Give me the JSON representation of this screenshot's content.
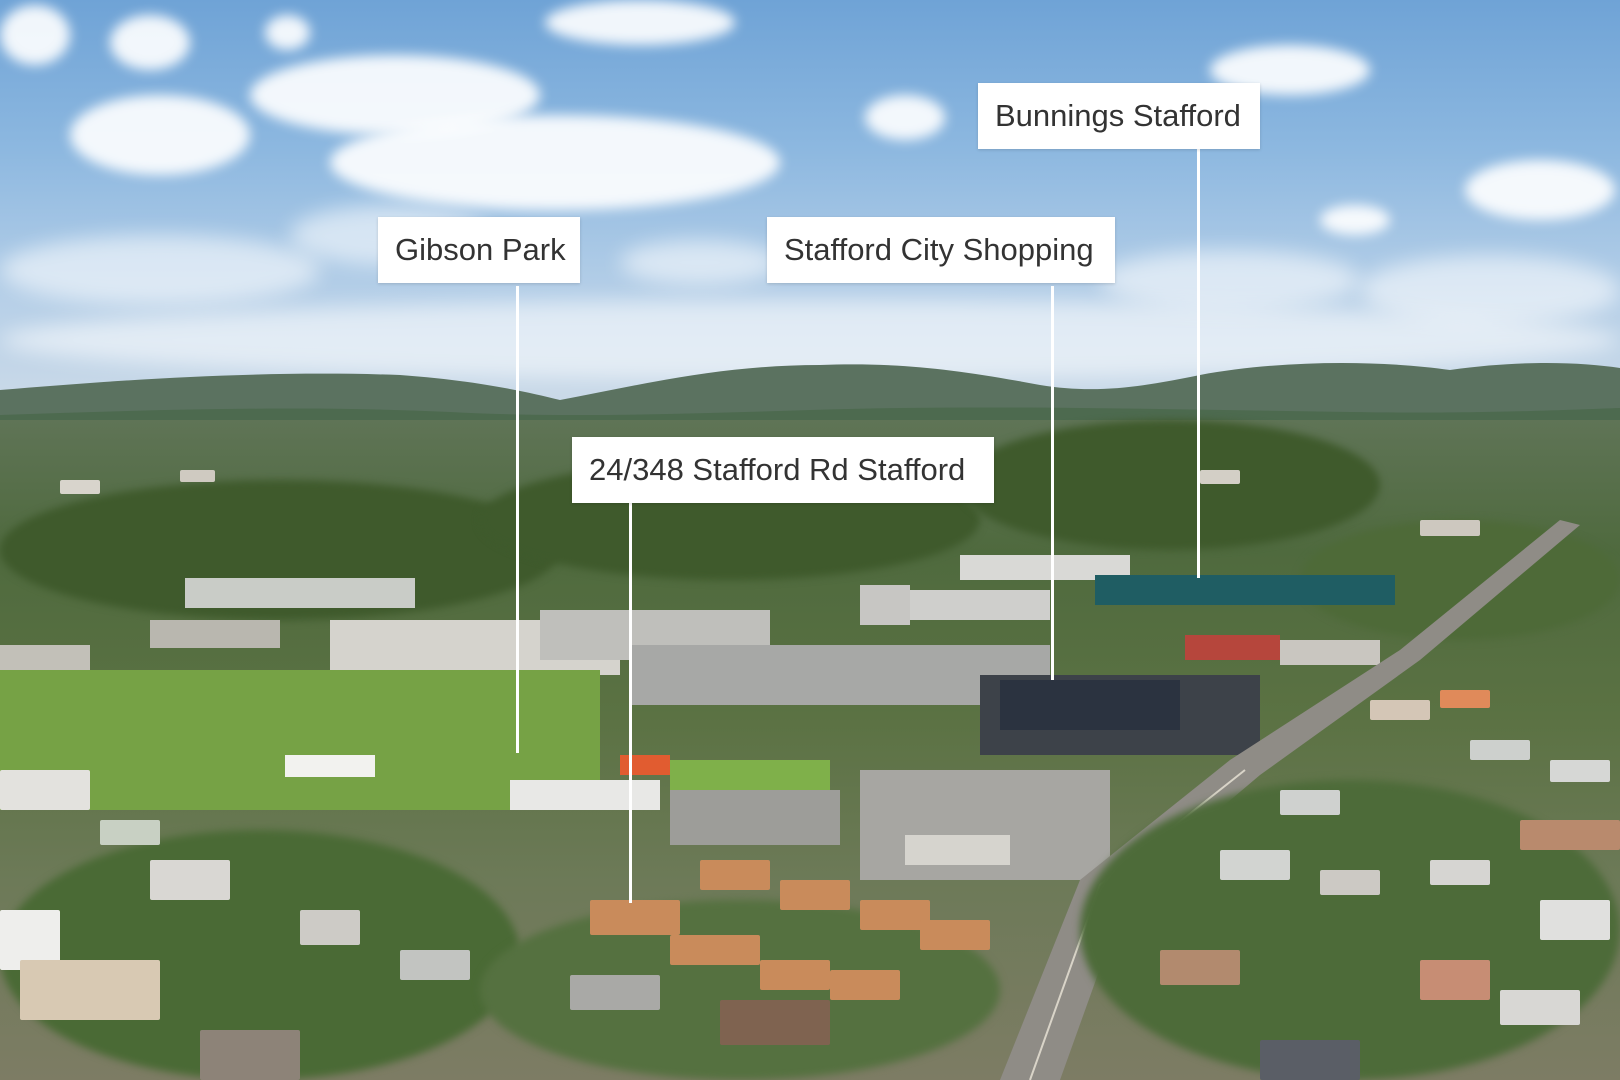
{
  "labels": {
    "bunnings": "Bunnings Stafford",
    "shopping": "Stafford City Shopping",
    "gibson": "Gibson Park",
    "property": "24/348 Stafford Rd Stafford"
  }
}
